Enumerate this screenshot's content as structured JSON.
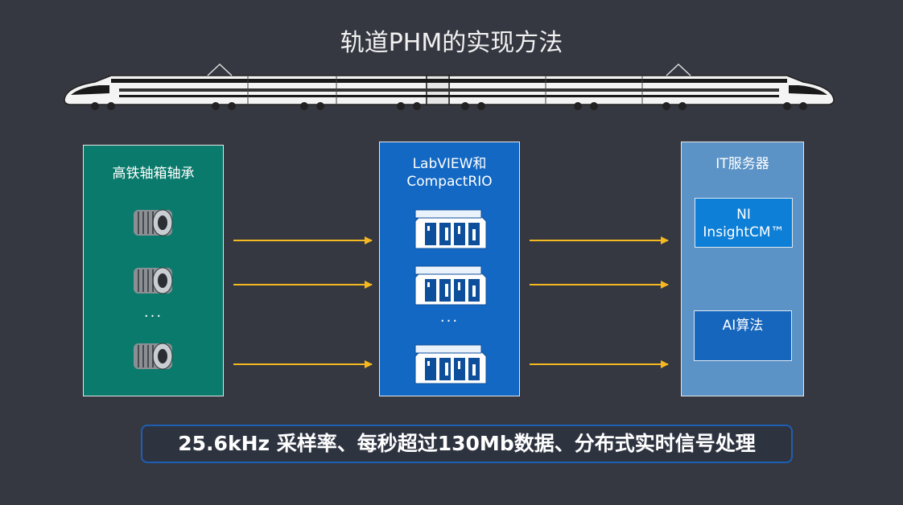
{
  "title": "轨道PHM的实现方法",
  "left_box": {
    "title": "高铁轴箱轴承",
    "items": [
      "bearing-icon",
      "bearing-icon",
      "bearing-icon"
    ],
    "ellipsis": "···"
  },
  "mid_box": {
    "title_line1": "LabVIEW和",
    "title_line2": "CompactRIO",
    "items": [
      "compactrio-icon",
      "compactrio-icon",
      "compactrio-icon"
    ],
    "ellipsis": "···"
  },
  "right_box": {
    "title": "IT服务器",
    "ni_line1": "NI",
    "ni_line2": "InsightCM™",
    "ai_label": "AI算法"
  },
  "banner": "25.6kHz 采样率、每秒超过130Mb数据、分布式实时信号处理",
  "colors": {
    "background": "#353841",
    "left_box": "#0a7a6c",
    "mid_box": "#1368c4",
    "right_box": "#5c93c6",
    "arrow": "#f5b820",
    "banner_border": "#1d5fb3"
  }
}
